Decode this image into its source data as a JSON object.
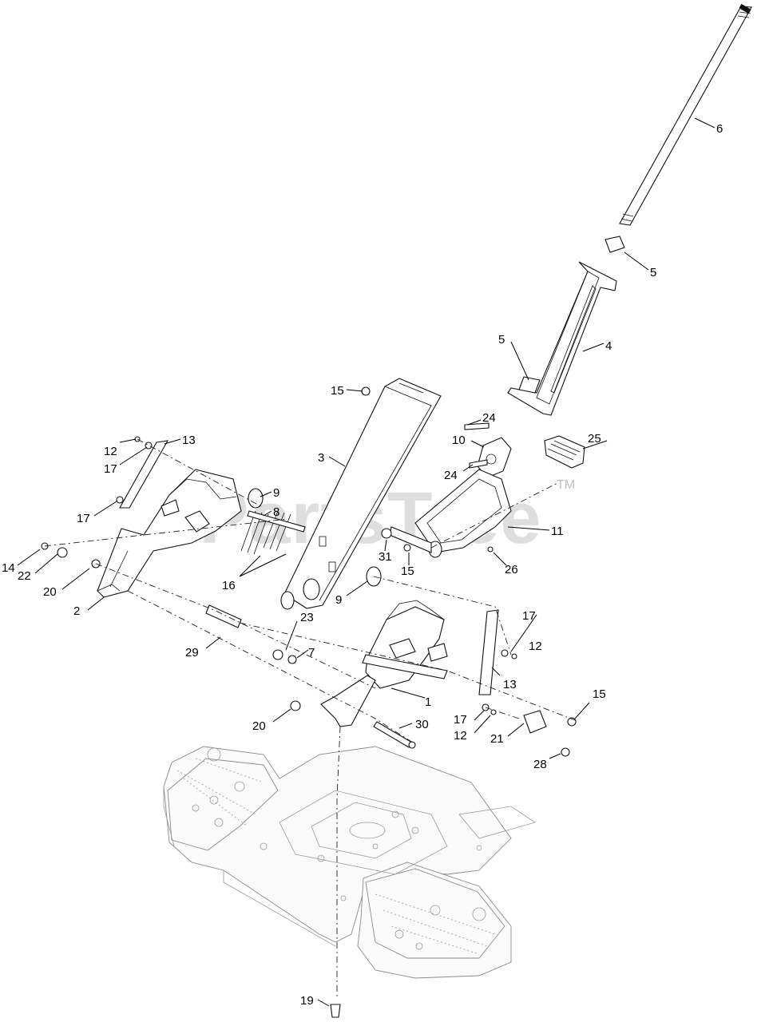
{
  "watermark": {
    "text": "PartsTree",
    "trademark": "TM"
  },
  "callouts": [
    {
      "label": "6"
    },
    {
      "label": "5"
    },
    {
      "label": "4"
    },
    {
      "label": "5"
    },
    {
      "label": "15"
    },
    {
      "label": "3"
    },
    {
      "label": "24"
    },
    {
      "label": "10"
    },
    {
      "label": "24"
    },
    {
      "label": "25"
    },
    {
      "label": "12"
    },
    {
      "label": "13"
    },
    {
      "label": "17"
    },
    {
      "label": "9"
    },
    {
      "label": "8"
    },
    {
      "label": "17"
    },
    {
      "label": "11"
    },
    {
      "label": "14"
    },
    {
      "label": "22"
    },
    {
      "label": "31"
    },
    {
      "label": "15"
    },
    {
      "label": "26"
    },
    {
      "label": "16"
    },
    {
      "label": "20"
    },
    {
      "label": "2"
    },
    {
      "label": "9"
    },
    {
      "label": "23"
    },
    {
      "label": "7"
    },
    {
      "label": "29"
    },
    {
      "label": "17"
    },
    {
      "label": "12"
    },
    {
      "label": "13"
    },
    {
      "label": "1"
    },
    {
      "label": "15"
    },
    {
      "label": "20"
    },
    {
      "label": "30"
    },
    {
      "label": "17"
    },
    {
      "label": "12"
    },
    {
      "label": "21"
    },
    {
      "label": "28"
    },
    {
      "label": "19"
    }
  ]
}
